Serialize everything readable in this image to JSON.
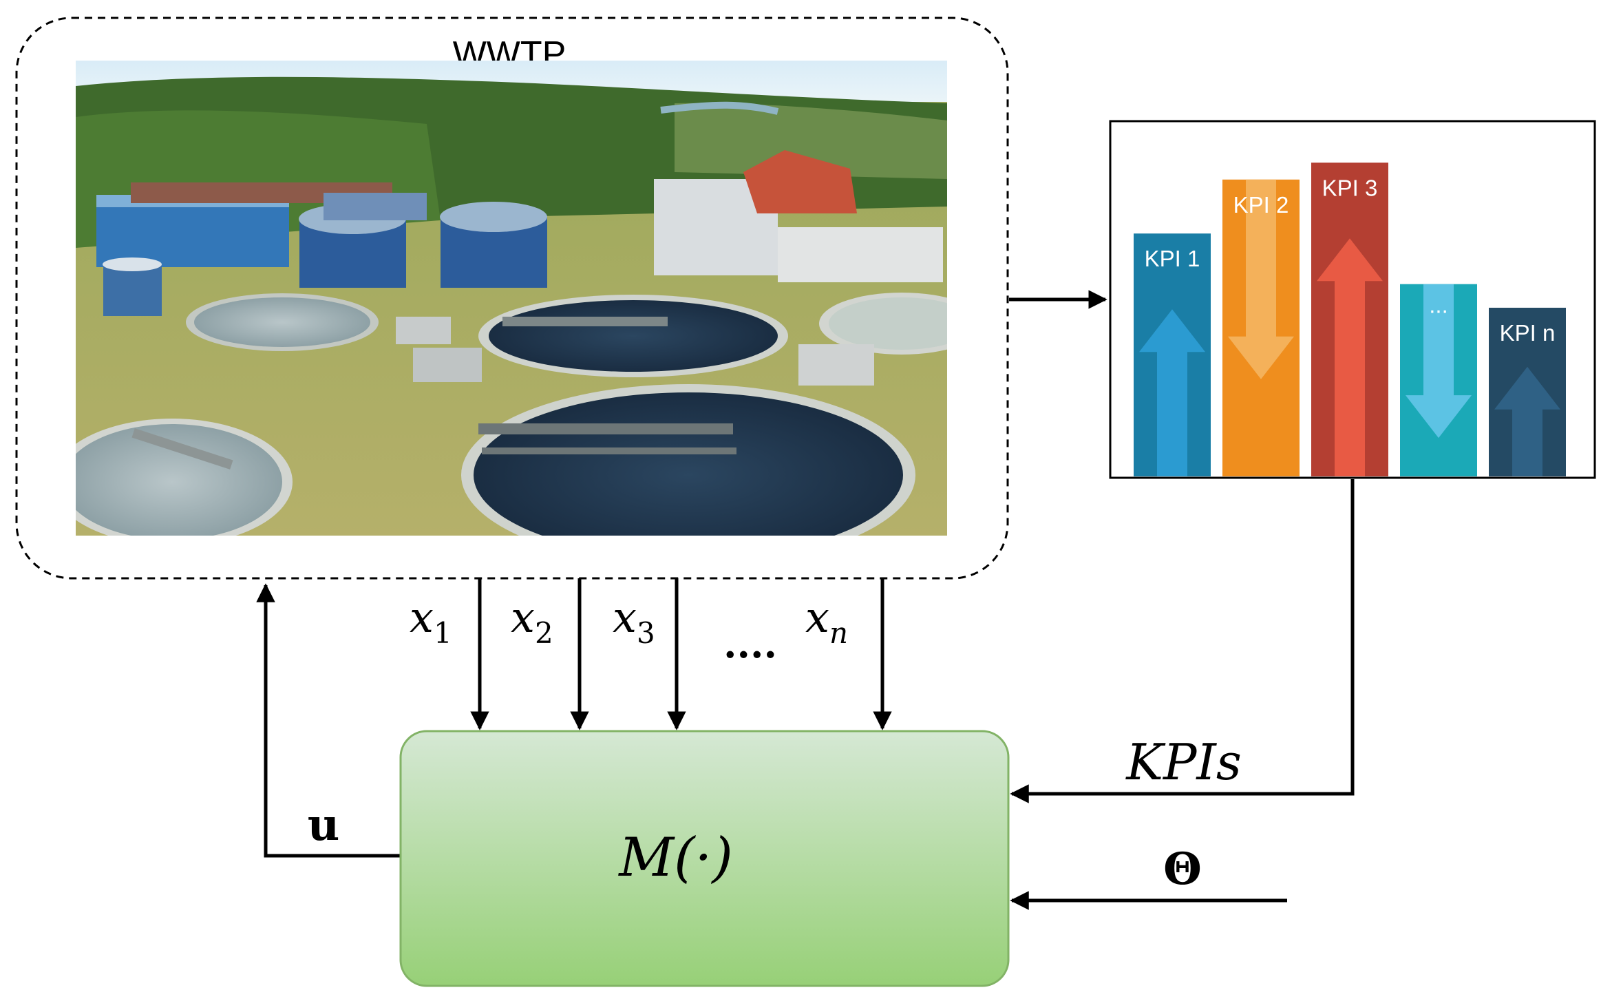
{
  "plant": {
    "title": "WWTP",
    "photo_alt": "Aerial photo of a wastewater treatment plant"
  },
  "kpi_chart": {
    "bars": [
      {
        "label": "KPI 1",
        "color": "#1a7ea6",
        "arrow_color": "#2b9bd1",
        "arrow": "up",
        "level": 0.72
      },
      {
        "label": "KPI 2",
        "color": "#ef8e1e",
        "arrow_color": "#f4b15a",
        "arrow": "down",
        "level": 0.88
      },
      {
        "label": "KPI 3",
        "color": "#b43f32",
        "arrow_color": "#e85a44",
        "arrow": "up",
        "level": 0.93
      },
      {
        "label": "...",
        "color": "#1ba9b7",
        "arrow_color": "#5cc3e4",
        "arrow": "down",
        "level": 0.57
      },
      {
        "label": "KPI n",
        "color": "#244a64",
        "arrow_color": "#2f6185",
        "arrow": "up",
        "level": 0.5
      }
    ]
  },
  "signals": {
    "x1": {
      "base": "x",
      "sub": "1"
    },
    "x2": {
      "base": "x",
      "sub": "2"
    },
    "x3": {
      "base": "x",
      "sub": "3"
    },
    "dots": "....",
    "xn": {
      "base": "x",
      "sub": "n"
    },
    "control": "u",
    "kpis": "KPIs",
    "params": "Θ"
  },
  "model": {
    "label": "M(·)"
  }
}
